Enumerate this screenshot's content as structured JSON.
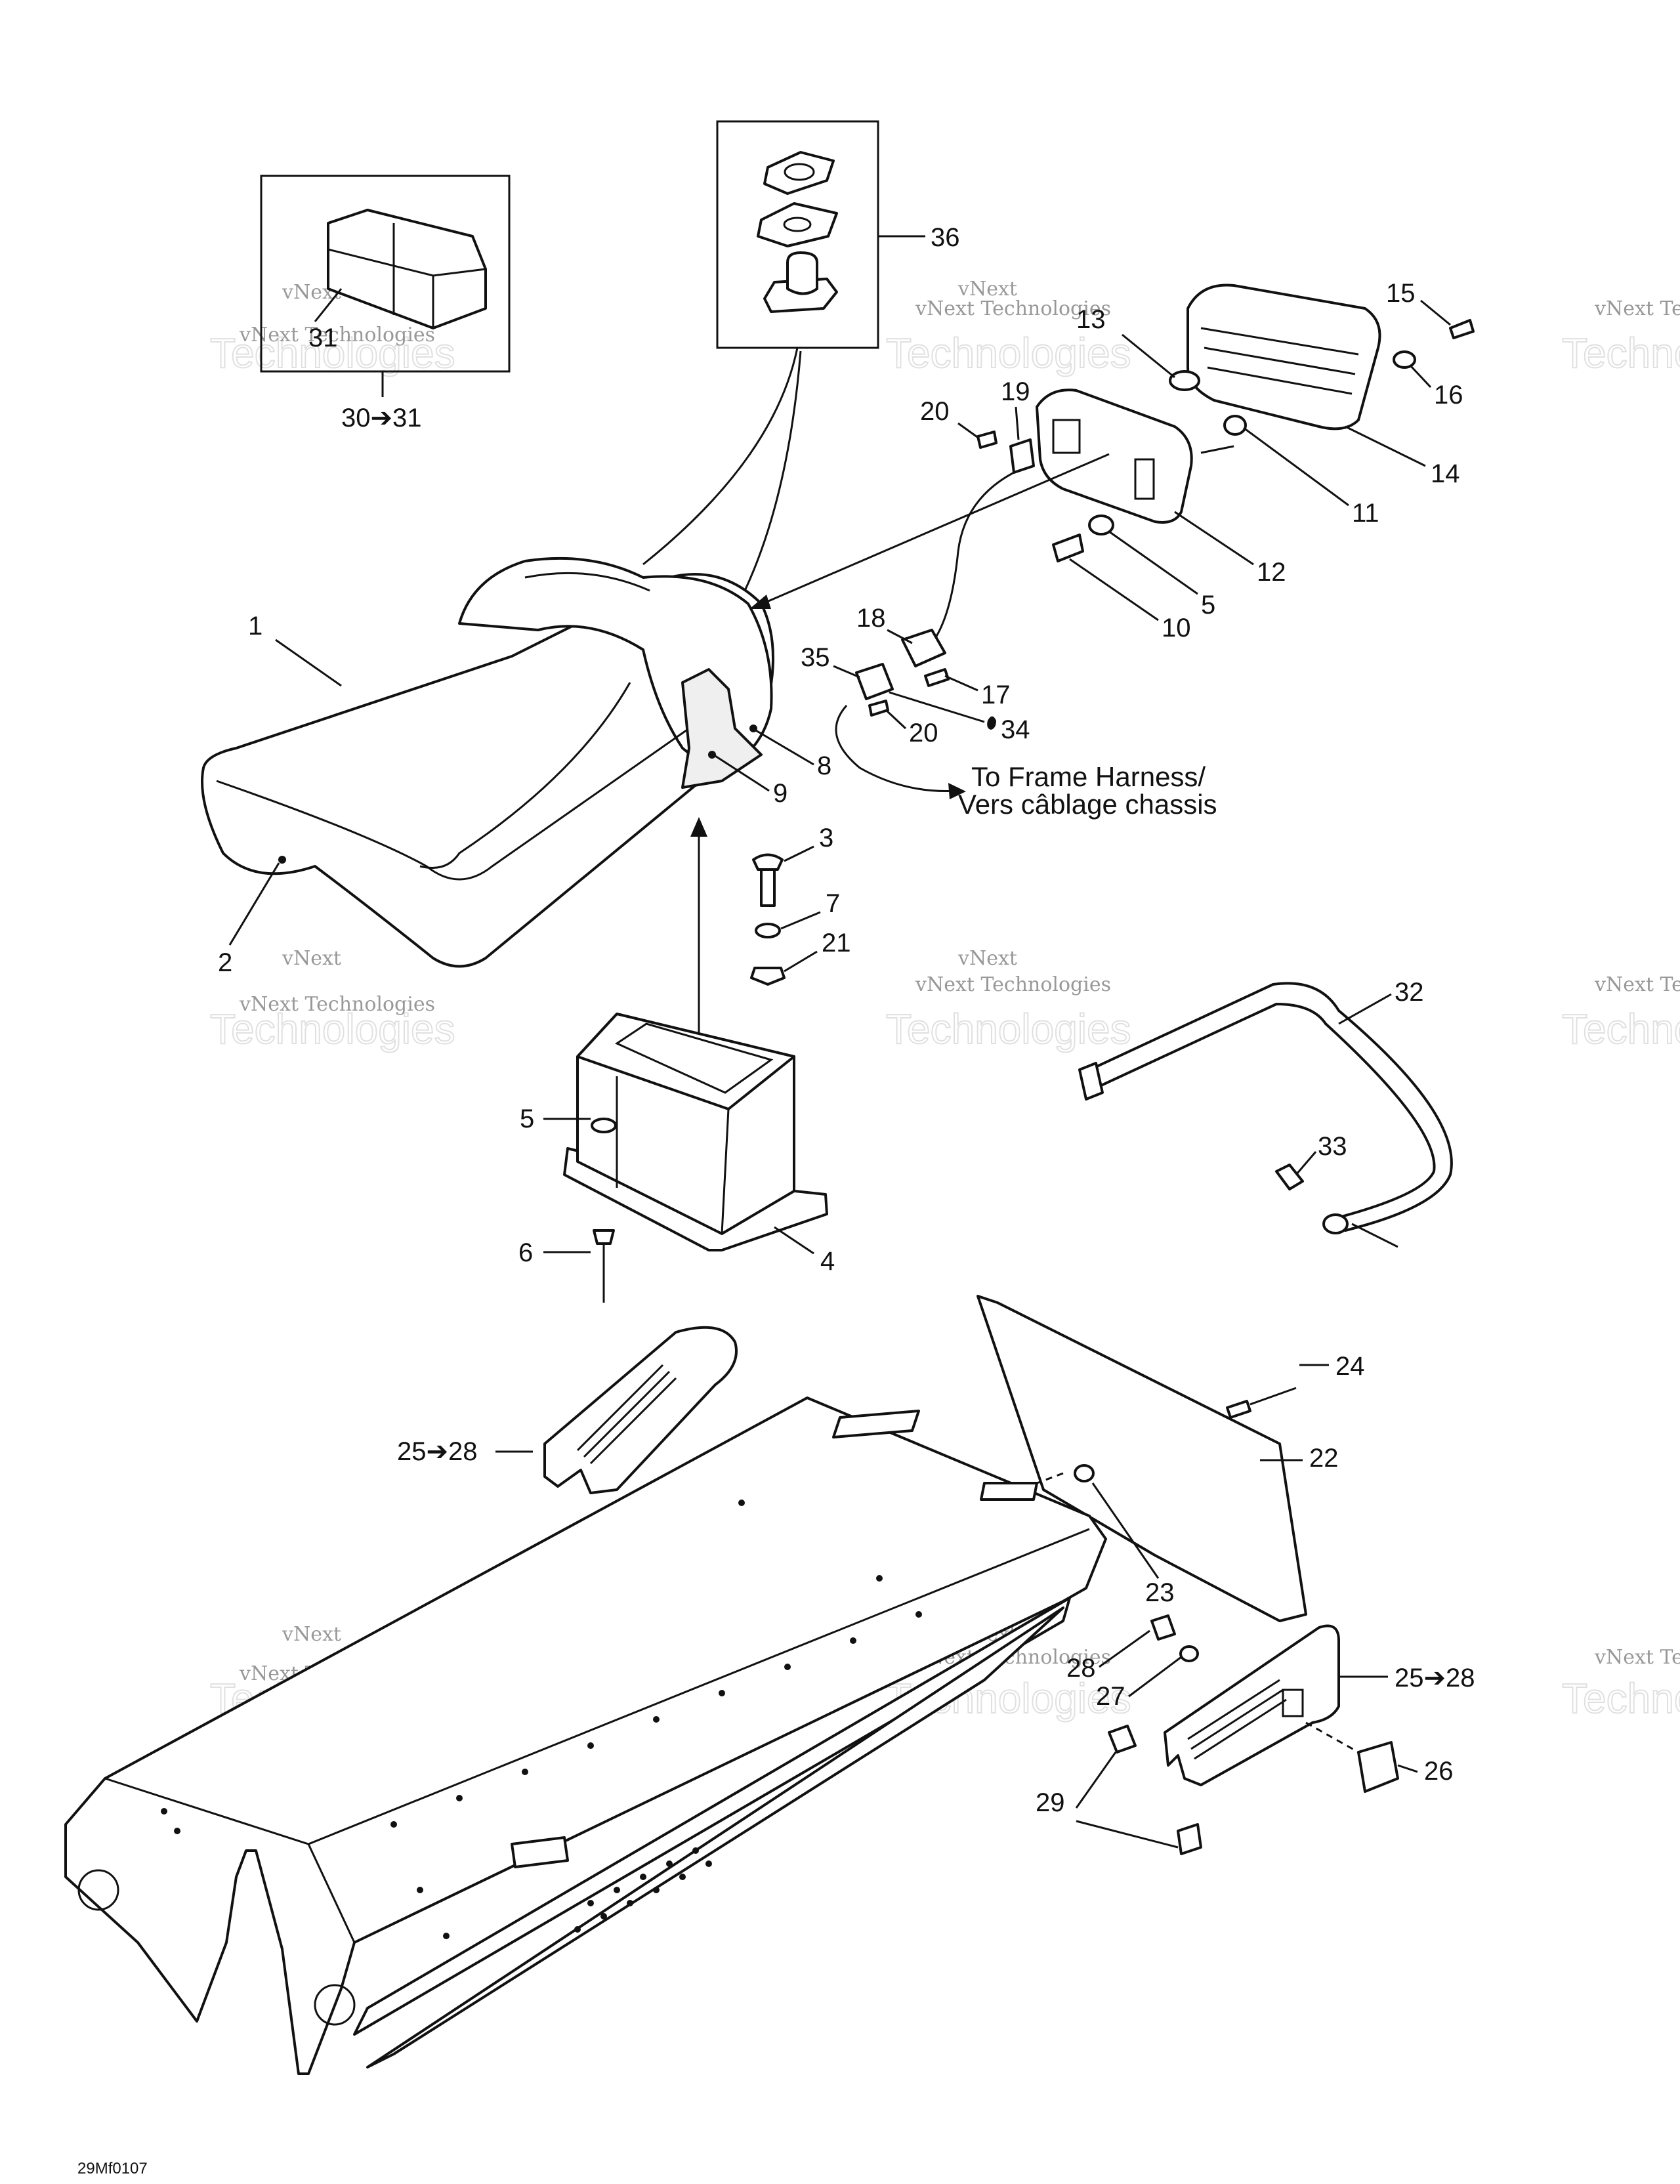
{
  "figure_code": "29Mf0107",
  "harness_note": {
    "line1": "To Frame Harness/",
    "line2": "Vers câblage chassis"
  },
  "watermark": {
    "brand": "vNext",
    "text": "vNext Technologies",
    "big": "Technologies"
  },
  "callouts": {
    "c1": "1",
    "c2": "2",
    "c3": "3",
    "c4": "4",
    "c5a": "5",
    "c5b": "5",
    "c6": "6",
    "c7": "7",
    "c8": "8",
    "c9": "9",
    "c10": "10",
    "c11": "11",
    "c12": "12",
    "c13": "13",
    "c14": "14",
    "c15": "15",
    "c16": "16",
    "c17": "17",
    "c18": "18",
    "c19": "19",
    "c20a": "20",
    "c20b": "20",
    "c21": "21",
    "c22": "22",
    "c23": "23",
    "c24": "24",
    "c25a": "25➔28",
    "c25b": "25➔28",
    "c26": "26",
    "c27": "27",
    "c28": "28",
    "c29": "29",
    "c30": "30➔31",
    "c31": "31",
    "c32": "32",
    "c33": "33",
    "c34": "34",
    "c35": "35",
    "c36": "36"
  }
}
